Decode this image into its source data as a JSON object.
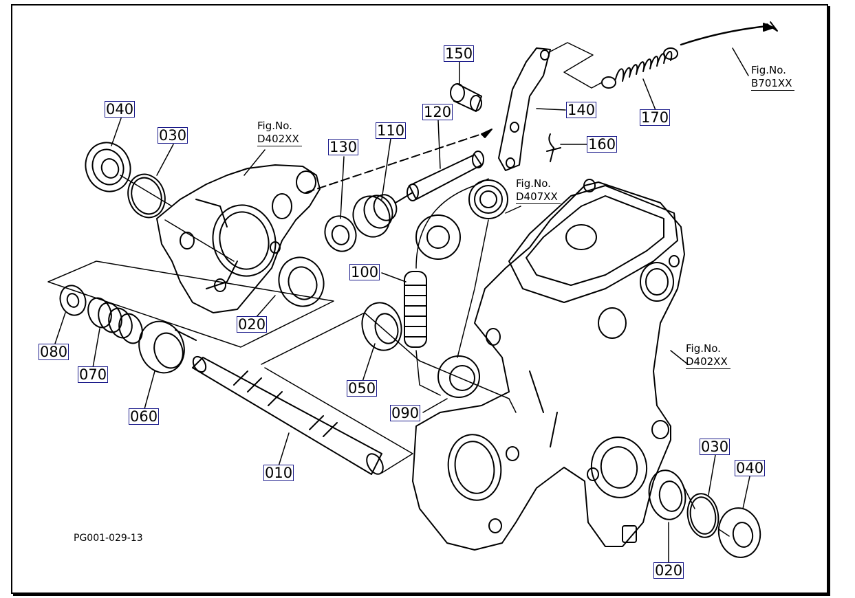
{
  "drawing_id": "PG001-029-13",
  "labels": {
    "p040a": "040",
    "p030a": "030",
    "p020a": "020",
    "p080": "080",
    "p070": "070",
    "p060": "060",
    "p010": "010",
    "p130": "130",
    "p110": "110",
    "p120": "120",
    "p150": "150",
    "p140": "140",
    "p160": "160",
    "p170": "170",
    "p100": "100",
    "p050": "050",
    "p090": "090",
    "p020b": "020",
    "p030b": "030",
    "p040b": "040"
  },
  "fig_refs": {
    "r1": {
      "line1": "Fig.No.",
      "line2": "D402XX"
    },
    "r2": {
      "line1": "Fig.No.",
      "line2": "D407XX"
    },
    "r3": {
      "line1": "Fig.No.",
      "line2": "D402XX"
    },
    "r4": {
      "line1": "Fig.No.",
      "line2": "B701XX"
    }
  }
}
